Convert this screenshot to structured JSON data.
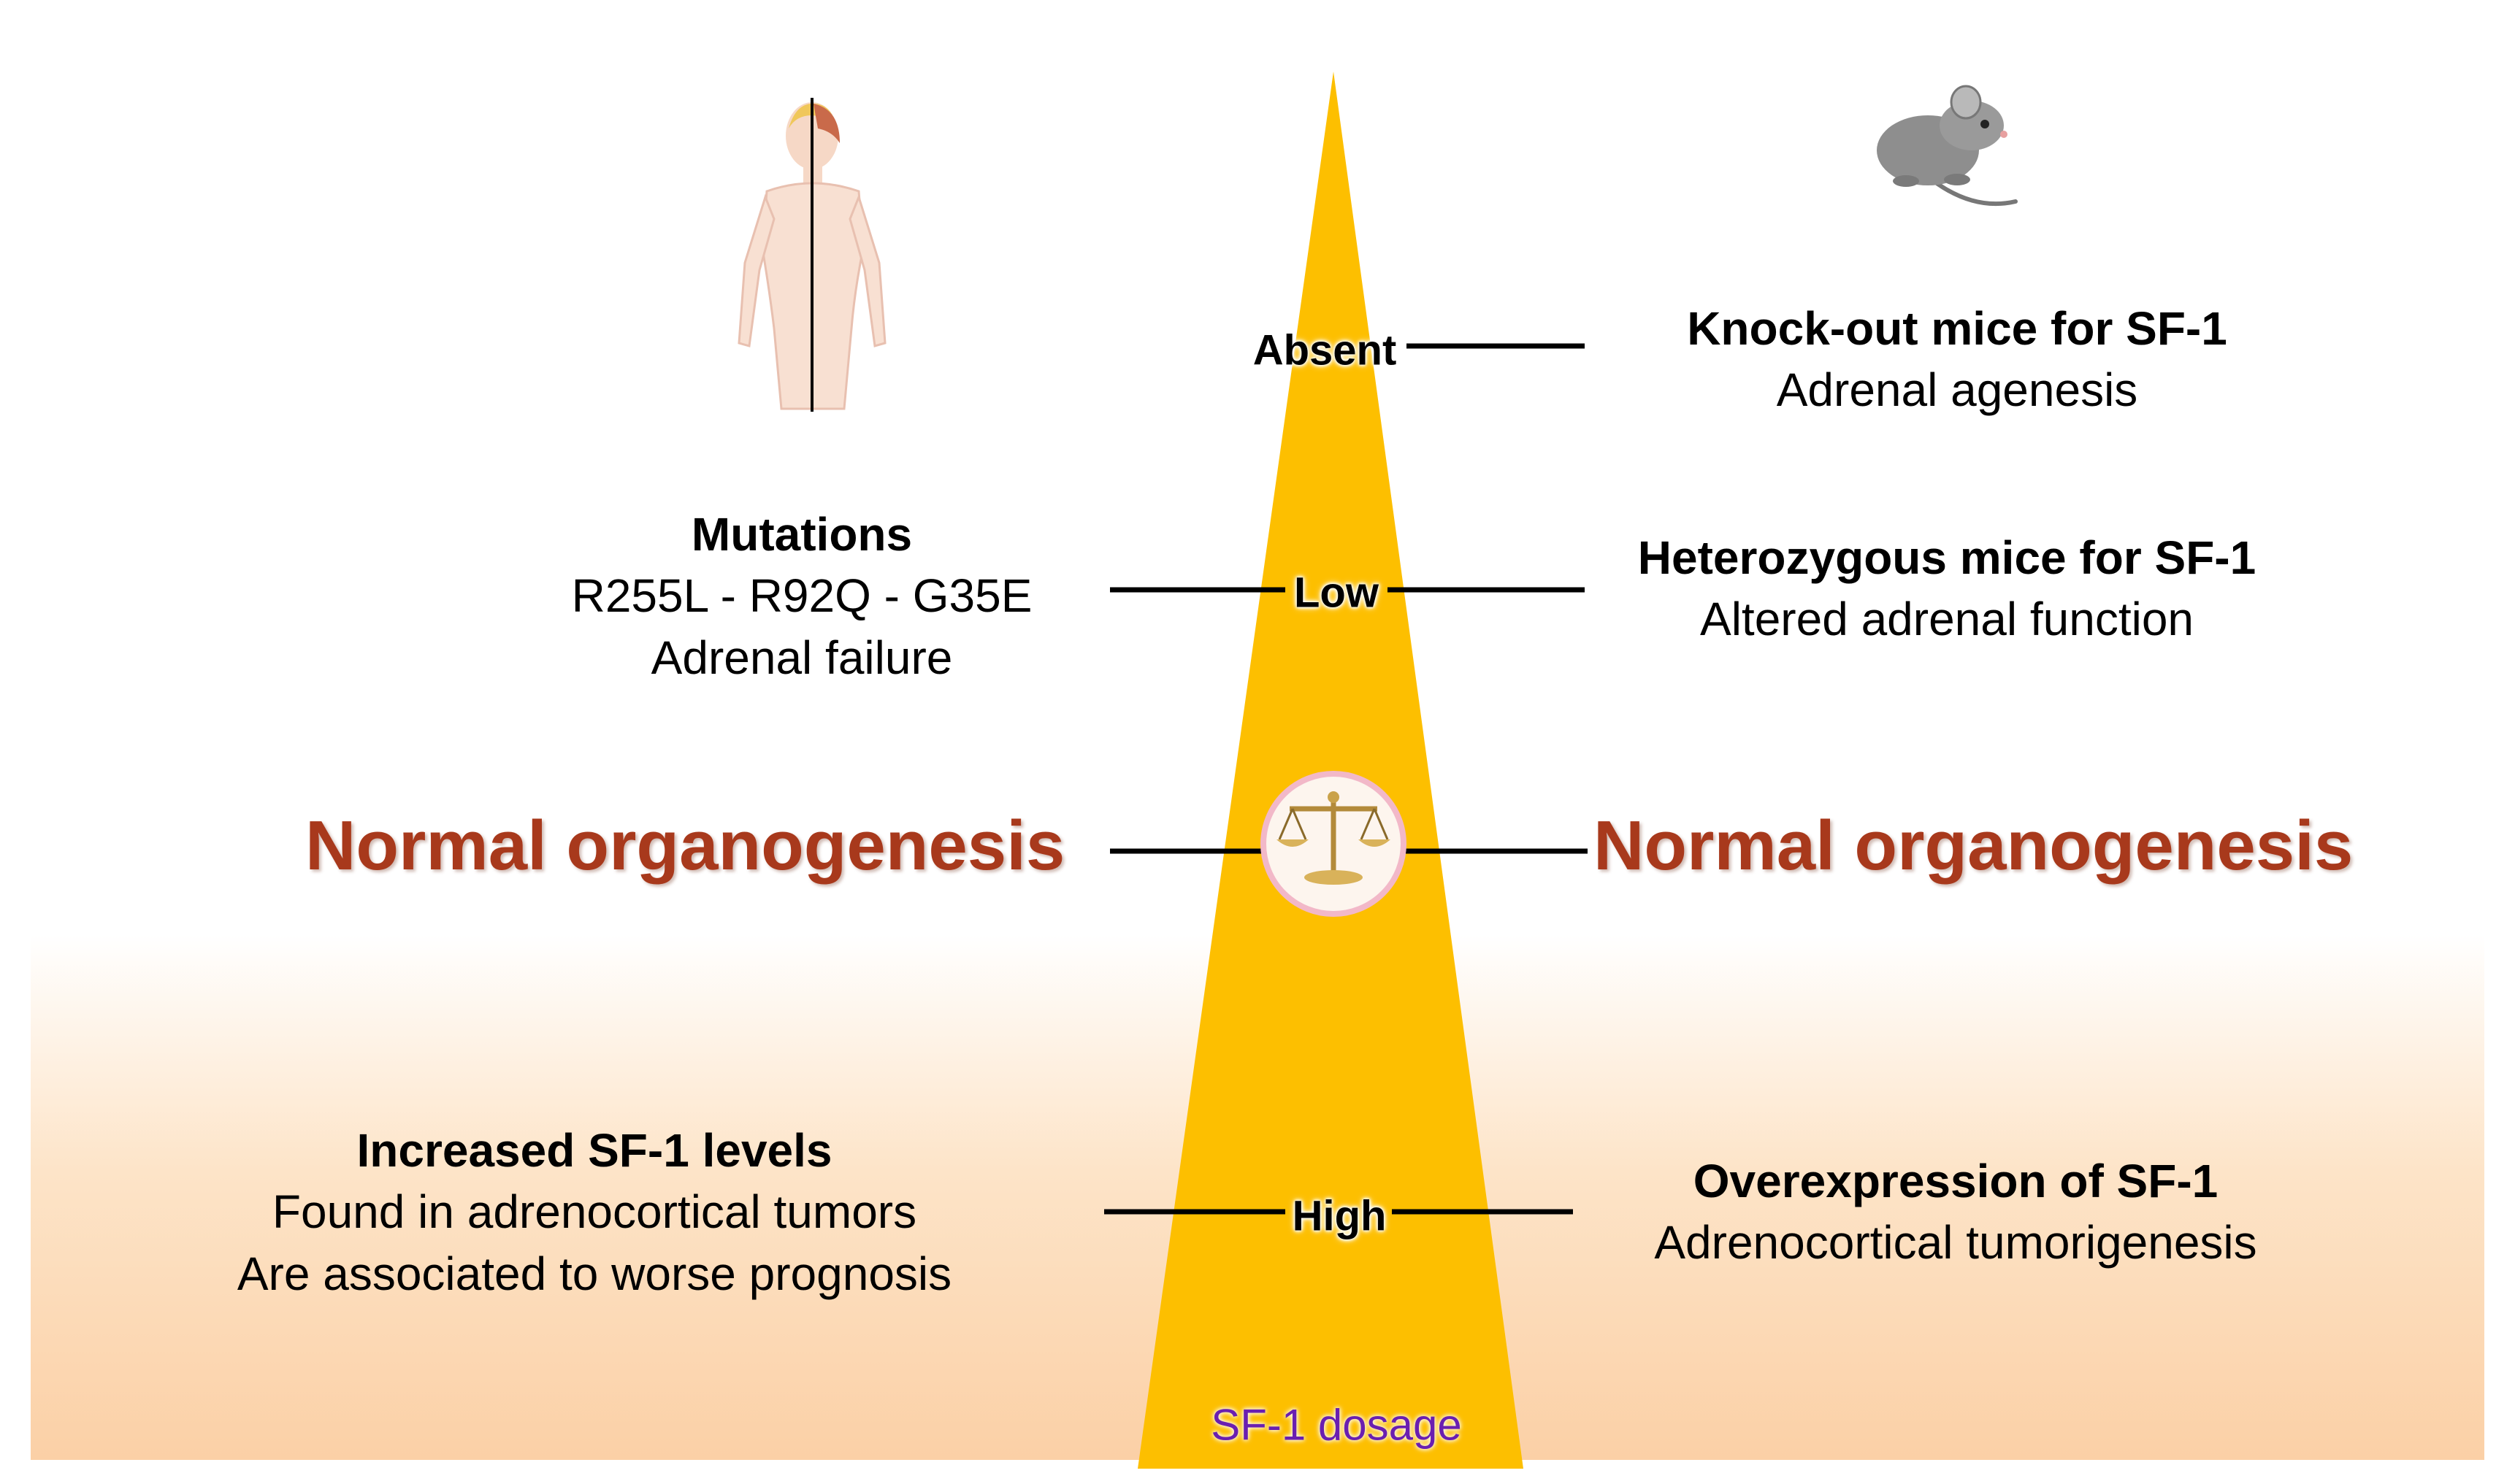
{
  "pyramid": {
    "levels": {
      "absent": "Absent",
      "low": "Low",
      "high": "High"
    },
    "axis_label": "SF-1 dosage",
    "center_icon": "balance-scale-icon",
    "fill_color": "#fdbf00"
  },
  "human": {
    "icon": "human-body-icon",
    "mutations": {
      "title": "Mutations",
      "variants": "R255L - R92Q - G35E",
      "effect": "Adrenal failure"
    },
    "normal": "Normal organogenesis",
    "increased": {
      "title": "Increased SF-1 levels",
      "line1": "Found in adrenocortical tumors",
      "line2": "Are associated to worse prognosis"
    }
  },
  "mouse": {
    "icon": "mouse-icon",
    "knockout": {
      "title": "Knock-out mice for SF-1",
      "effect": "Adrenal agenesis"
    },
    "heterozygous": {
      "title": "Heterozygous mice for SF-1",
      "effect": "Altered adrenal function"
    },
    "normal": "Normal organogenesis",
    "overexpression": {
      "title": "Overexpression of SF-1",
      "effect": "Adrenocortical tumorigenesis"
    }
  },
  "colors": {
    "normal_text": "#a8391c",
    "dosage_text": "#6a1fb0",
    "gradient_bottom": "#fbd0a6"
  }
}
